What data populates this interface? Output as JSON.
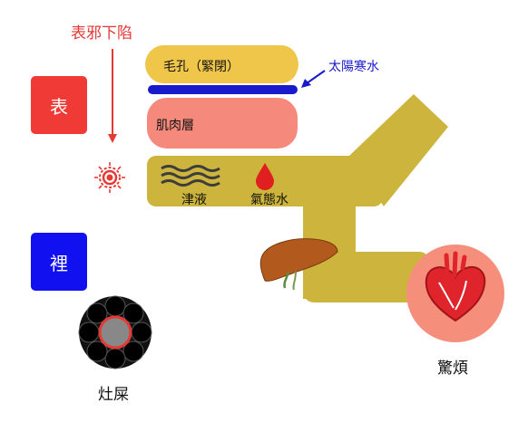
{
  "labels": {
    "exterior_pathogen": "表邪下陷",
    "cold_water": "太陽寒水",
    "pores": "毛孔（緊閉）",
    "muscle": "肌肉層",
    "fluids": "津液",
    "qi_water": "氣態水",
    "exterior": "表",
    "interior": "裡",
    "stool": "灶屎",
    "vexation": "驚煩"
  },
  "colors": {
    "exterior_box": "#f03a36",
    "interior_box": "#1010f0",
    "pores": "#f0c64a",
    "cold_water_bar": "#1a1acd",
    "muscle": "#f58a7c",
    "channel": "#cdb43c",
    "arrow_red": "#e53935",
    "arrow_blue": "#1a1acd",
    "heart_bg": "#f68e7c",
    "heart": "#e0242c",
    "liver": "#b25a1e"
  },
  "icons": {
    "pathogen": "virus-icon",
    "droplet": "blood-drop-icon",
    "waves": "wave-lines-icon",
    "liver": "liver-icon",
    "heart": "heart-icon",
    "stool": "stool-cross-section-icon"
  }
}
